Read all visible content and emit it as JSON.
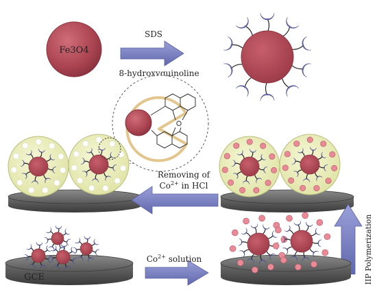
{
  "labels": {
    "fe3o4": "Fe3O4",
    "sds": "SDS",
    "hydroxyquinoline": "8-hydroxyquinoline",
    "removing_line1": "Removing of",
    "removing_line2_prefix": "Co",
    "removing_sup": "2+",
    "removing_line2_suffix": " in HCl",
    "co_solution_prefix": "Co",
    "co_solution_sup": "2+",
    "co_solution_suffix": " solution",
    "gce": "GCE",
    "iip": "IIP Polymerization"
  },
  "colors": {
    "core": "#b24a55",
    "ligand": "#6c6fb1",
    "arrow": "#7a80c2",
    "shell": "#ecefb9",
    "electrode": "#5b5b5b",
    "ion": "#e98a97"
  }
}
